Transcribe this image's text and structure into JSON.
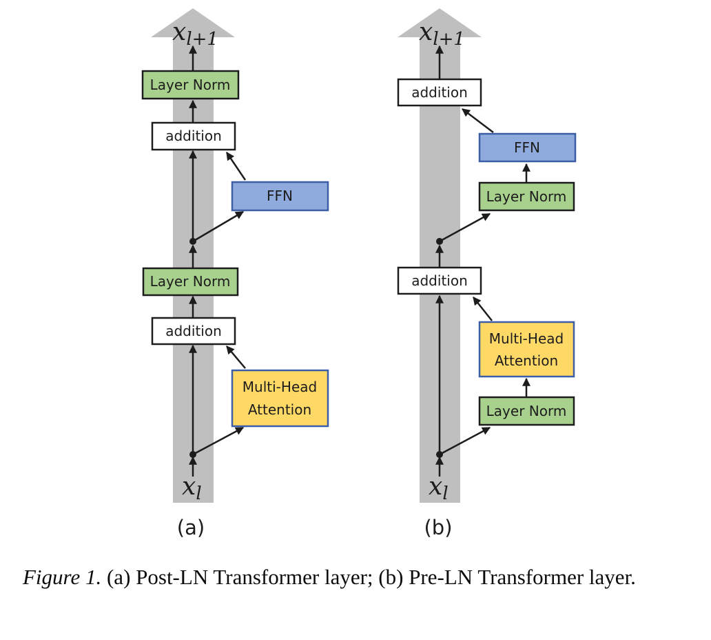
{
  "colors": {
    "background": "#ffffff",
    "band_gray": "#BFBFBF",
    "green_fill": "#A9D18E",
    "blue_fill": "#8FAADC",
    "yellow_fill": "#FFD966",
    "blue_border": "#3B5EA6",
    "white_fill": "#FFFFFF",
    "line_black": "#1C1C1C"
  },
  "panel_a": {
    "output_base": "x",
    "output_sub": "l+1",
    "input_base": "x",
    "input_sub": "l",
    "layer_norm_top": "Layer Norm",
    "addition_top": "addition",
    "ffn": "FFN",
    "layer_norm_mid": "Layer Norm",
    "addition_bottom": "addition",
    "mha_label": "Multi-Head Attention",
    "mha_line1": "Multi-Head",
    "mha_line2": "Attention",
    "sublabel": "(a)"
  },
  "panel_b": {
    "output_base": "x",
    "output_sub": "l+1",
    "input_base": "x",
    "input_sub": "l",
    "addition_top": "addition",
    "ffn": "FFN",
    "layer_norm_upper": "Layer Norm",
    "addition_mid": "addition",
    "mha_label": "Multi-Head Attention",
    "mha_line1": "Multi-Head",
    "mha_line2": "Attention",
    "layer_norm_bottom": "Layer Norm",
    "sublabel": "(b)"
  },
  "caption": {
    "figure_label": "Figure 1.",
    "text": " (a) Post-LN Transformer layer; (b) Pre-LN Transformer layer."
  }
}
